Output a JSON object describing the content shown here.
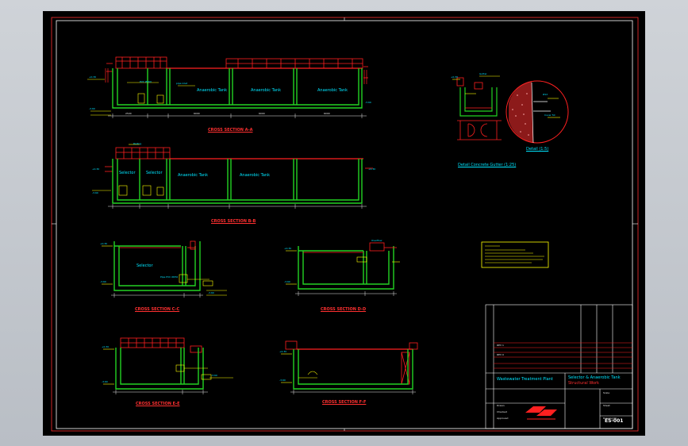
{
  "drawing": {
    "sections": {
      "aa": "CROSS SECTION A-A",
      "bb": "CROSS SECTION B-B",
      "cc": "CROSS SECTION C-C",
      "dd": "CROSS SECTION D-D",
      "ee": "CROSS SECTION E-E",
      "ff": "CROSS SECTION F-F"
    },
    "tank_labels": {
      "anaerobic_1": "Anaerobic Tank",
      "anaerobic_2": "Anaerobic Tank",
      "anaerobic_3": "Anaerobic Tank",
      "selector_1": "Selector",
      "selector_2": "Selector",
      "anaerobic_b1": "Anaerobic Tank",
      "anaerobic_b2": "Anaerobic Tank",
      "selector_c": "Selector"
    },
    "details": {
      "detail_title": "Detail (1:5)",
      "gutter_title": "Detail Concrete Gutter (1:25)"
    },
    "title_block": {
      "project": "Wastewater Treatment Plant",
      "drawing_title": "Selector & Anaerobic Tank",
      "drawing_subtitle": "Structural Work",
      "drawing_no": "ES-001"
    }
  },
  "colors": {
    "sheet": "#000000",
    "wall": "#22d322",
    "rail": "#ff2020",
    "text": "#00e5ff",
    "label": "#ffff00",
    "frame": "#ffffff"
  }
}
